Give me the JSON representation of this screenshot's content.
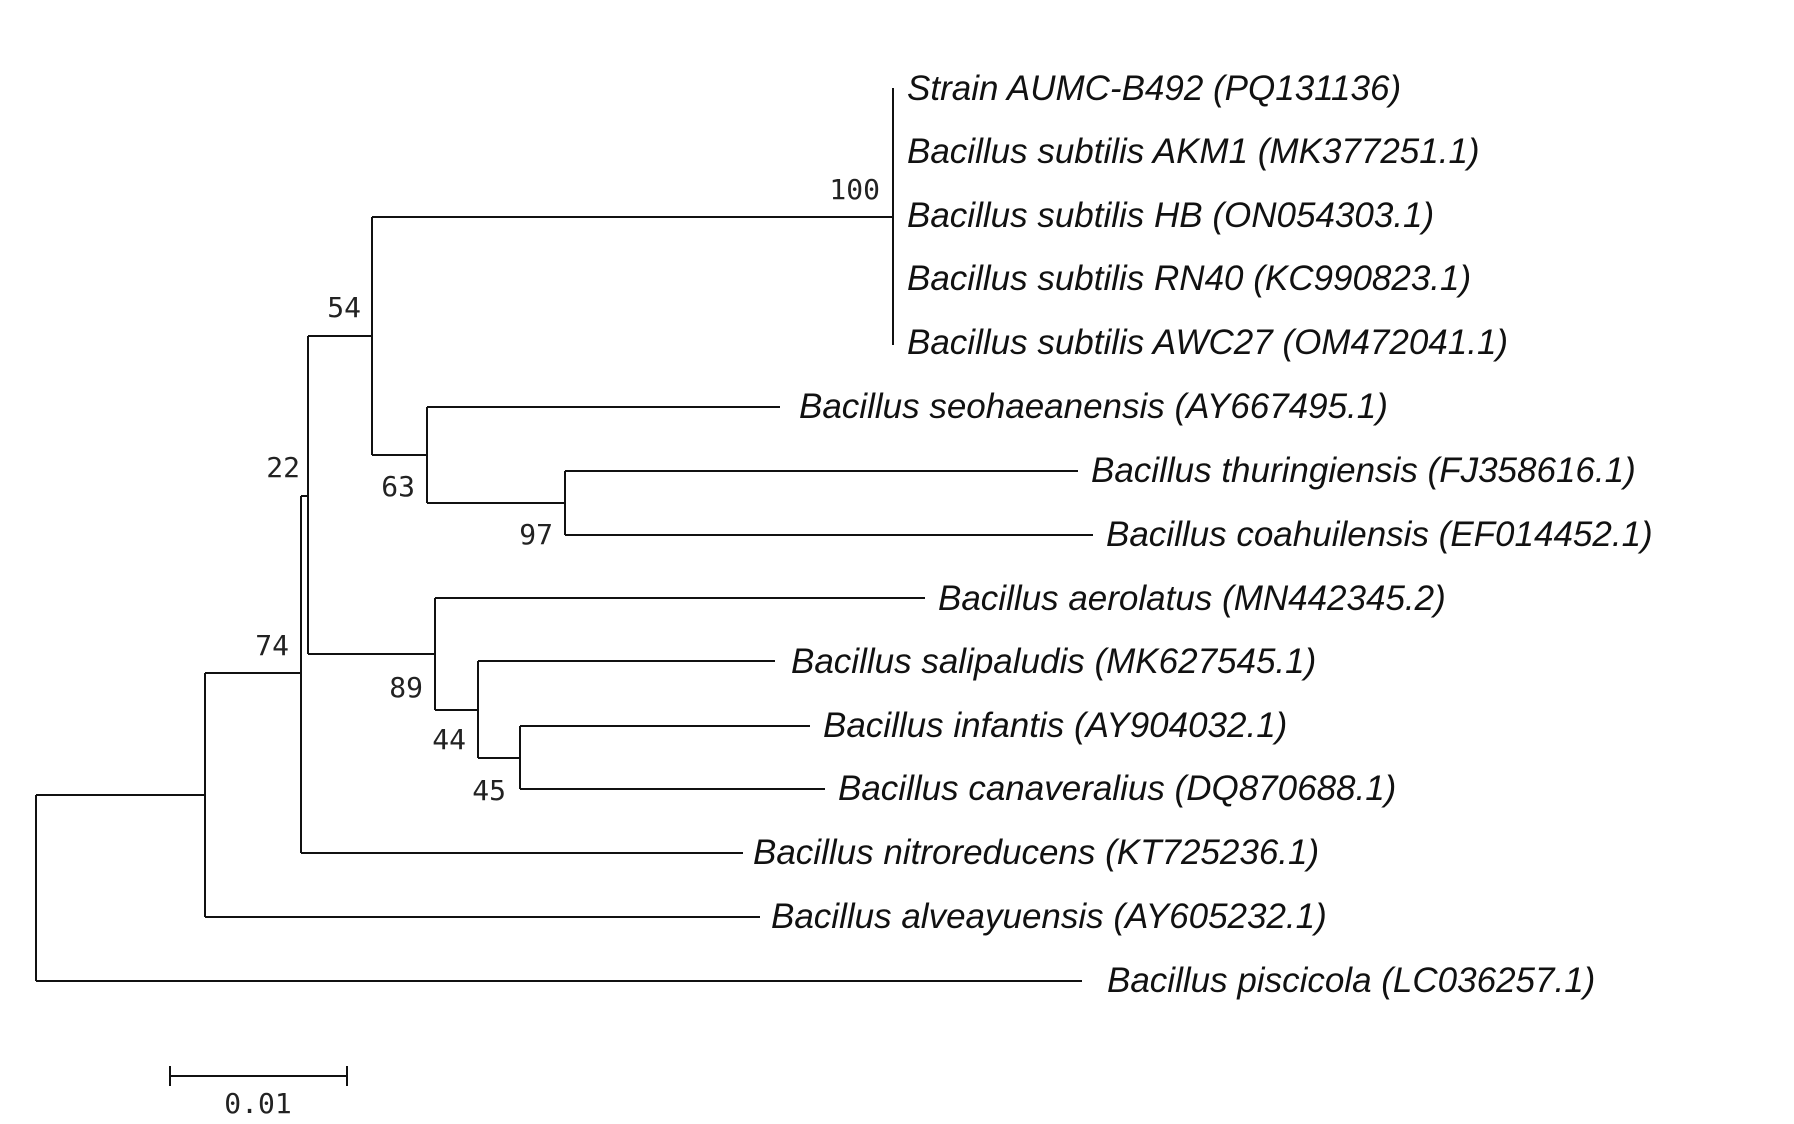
{
  "tree": {
    "taxa": [
      "Strain AUMC-B492 (PQ131136)",
      "Bacillus subtilis AKM1 (MK377251.1)",
      "Bacillus subtilis HB (ON054303.1)",
      "Bacillus subtilis RN40 (KC990823.1)",
      "Bacillus subtilis AWC27 (OM472041.1)",
      "Bacillus seohaeanensis (AY667495.1)",
      "Bacillus thuringiensis (FJ358616.1)",
      "Bacillus coahuilensis (EF014452.1)",
      "Bacillus aerolatus (MN442345.2)",
      "Bacillus salipaludis (MK627545.1)",
      "Bacillus infantis (AY904032.1)",
      "Bacillus canaveralius (DQ870688.1)",
      "Bacillus nitroreducens (KT725236.1)",
      "Bacillus alveayuensis (AY605232.1)",
      "Bacillus piscicola (LC036257.1)"
    ],
    "support_values": [
      "100",
      "54",
      "63",
      "97",
      "22",
      "74",
      "89",
      "44",
      "45"
    ],
    "scale_label": "0.01"
  }
}
